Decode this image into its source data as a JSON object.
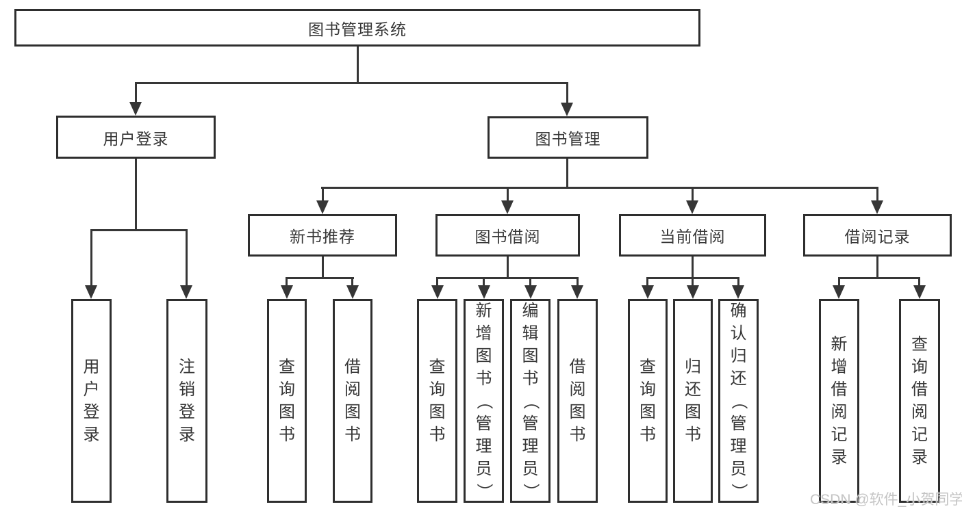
{
  "tree": {
    "root": "图书管理系统",
    "branches": [
      {
        "label": "用户登录",
        "leaves": [
          "用户登录",
          "注销登录"
        ]
      },
      {
        "label": "图书管理",
        "sub": [
          {
            "label": "新书推荐",
            "leaves": [
              "查询图书",
              "借阅图书"
            ]
          },
          {
            "label": "图书借阅",
            "leaves": [
              "查询图书",
              "新增图书（管理员）",
              "编辑图书（管理员）",
              "借阅图书"
            ]
          },
          {
            "label": "当前借阅",
            "leaves": [
              "查询图书",
              "归还图书",
              "确认归还（管理员）"
            ]
          },
          {
            "label": "借阅记录",
            "leaves": [
              "新增借阅记录",
              "查询借阅记录"
            ]
          }
        ]
      }
    ]
  },
  "watermark": "CSDN @软件_小贺同学",
  "colors": {
    "line": "#363636",
    "box_border": "#2e2e2e",
    "text": "#363636",
    "watermark": "#c4c4c4",
    "background": "#ffffff"
  }
}
